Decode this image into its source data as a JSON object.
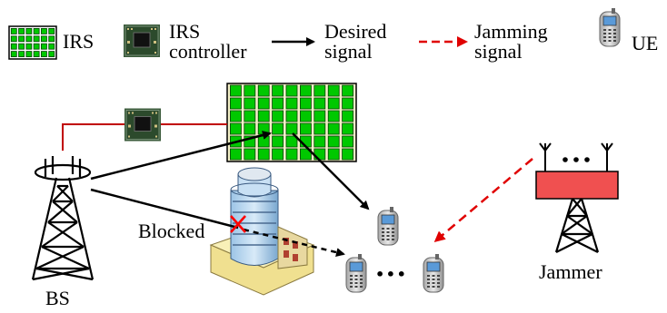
{
  "legend": {
    "irs": "IRS",
    "irs_controller_line1": "IRS",
    "irs_controller_line2": "controller",
    "desired_line1": "Desired",
    "desired_line2": "signal",
    "jamming_line1": "Jamming",
    "jamming_line2": "signal",
    "ue": "UE"
  },
  "scene": {
    "bs": "BS",
    "blocked": "Blocked",
    "jammer": "Jammer",
    "ellipsis": "• • •"
  },
  "colors": {
    "irs_element": "#00c800",
    "irs_frame": "#f5f0c8",
    "desired_signal": "#000000",
    "jamming_signal": "#e00000",
    "controller_link": "#c00000",
    "jammer_box": "#f05050",
    "block_cross": "#ff0000"
  }
}
